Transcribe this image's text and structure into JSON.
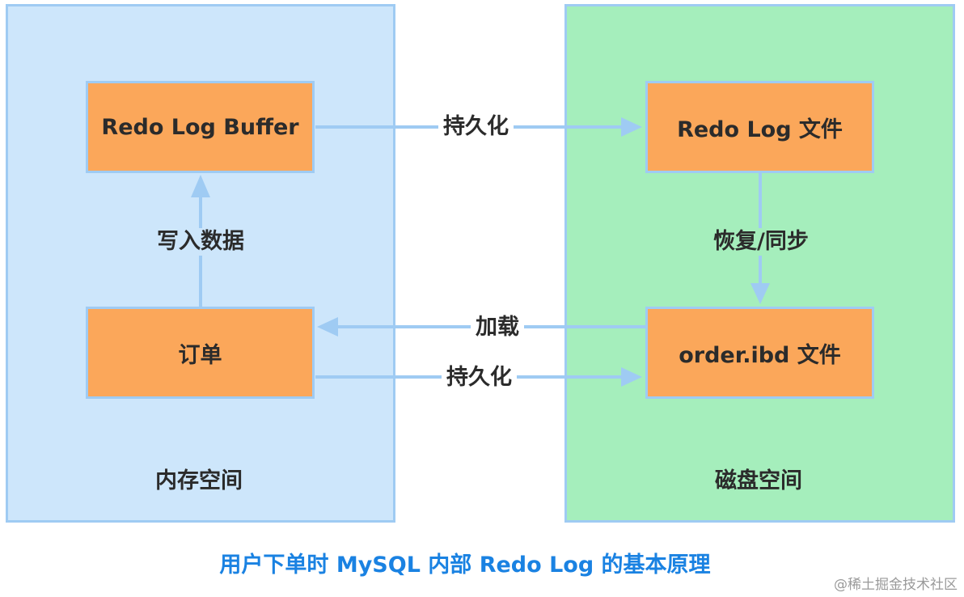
{
  "colors": {
    "memory_region": "#cde6fb",
    "disk_region": "#a5eebc",
    "box_fill": "#fba75a",
    "border": "#9fcbf3",
    "arrow": "#9fcbf3",
    "caption": "#1a82e2"
  },
  "regions": {
    "memory_label": "内存空间",
    "disk_label": "磁盘空间"
  },
  "boxes": {
    "redo_log_buffer": "Redo Log Buffer",
    "order": "订单",
    "redo_log_file": "Redo Log 文件",
    "order_ibd_file": "order.ibd 文件"
  },
  "arrows": {
    "buffer_to_file": "持久化",
    "write_data": "写入数据",
    "recover_sync": "恢复/同步",
    "load": "加载",
    "order_to_ibd": "持久化"
  },
  "caption": "用户下单时 MySQL 内部 Redo Log 的基本原理",
  "watermark": "@稀土掘金技术社区"
}
